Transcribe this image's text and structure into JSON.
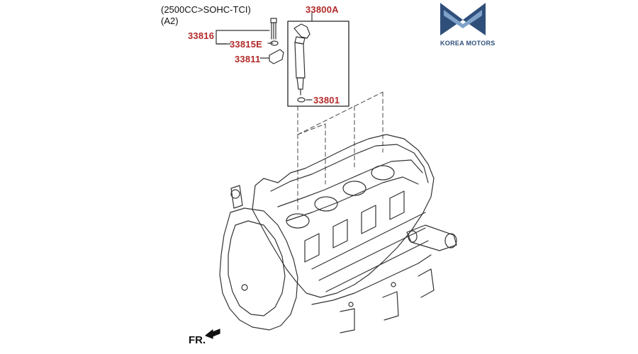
{
  "header": {
    "line1": "(2500CC>SOHC-TCI)",
    "line2": "(A2)"
  },
  "parts": {
    "p33816": "33816",
    "p33815E": "33815E",
    "p33811": "33811",
    "p33800A": "33800A",
    "p33801": "33801"
  },
  "direction_label": "FR.",
  "logo": {
    "text": "KOREA MOTORS",
    "color_dark": "#2f4f7a",
    "color_light": "#7fa3c8"
  },
  "colors": {
    "part_label": "#b32a2a",
    "line_art": "#333333"
  }
}
